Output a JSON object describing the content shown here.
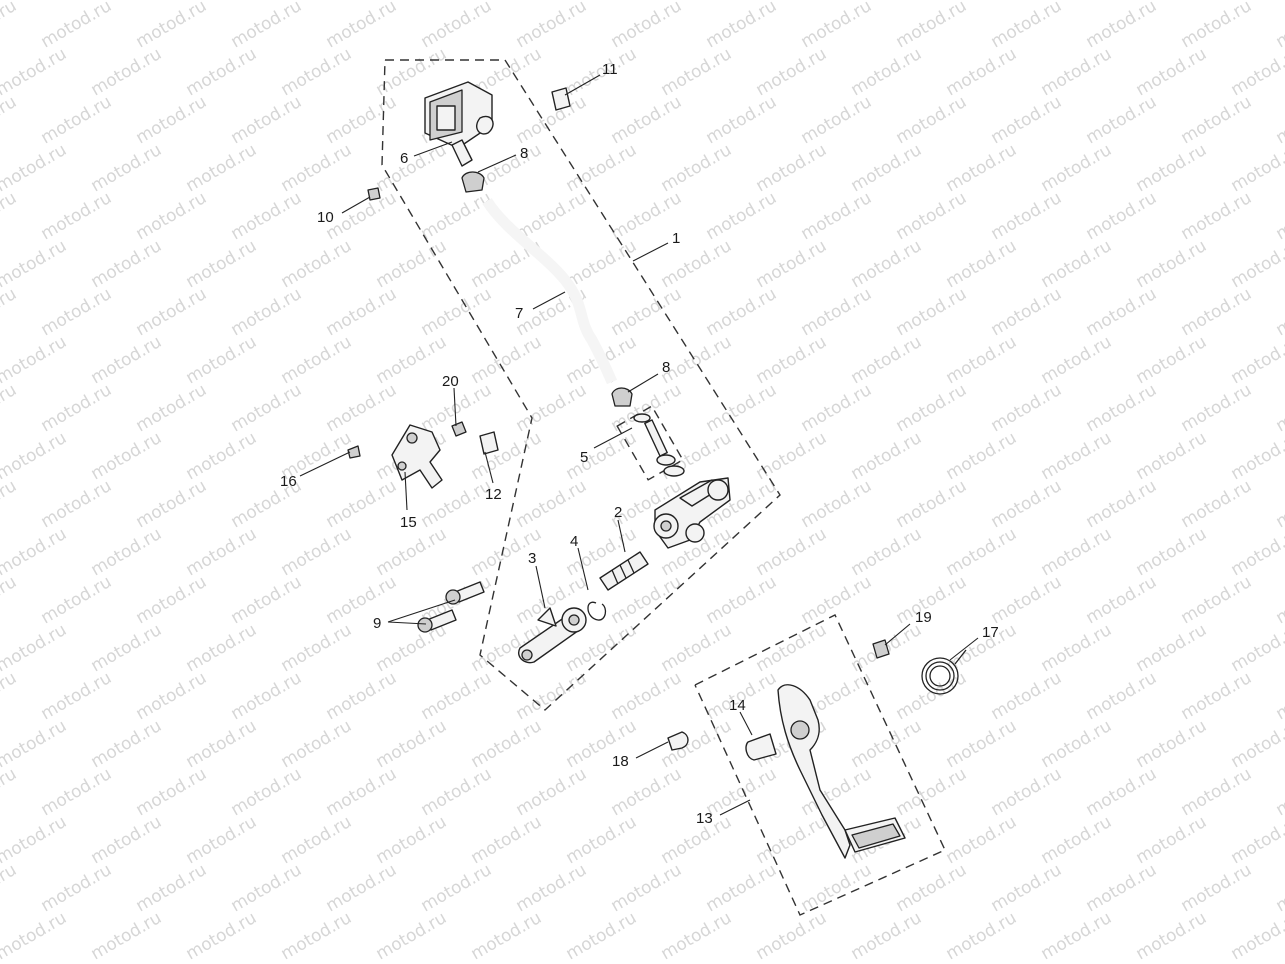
{
  "watermark": "motod.ru",
  "callouts": {
    "c1": "1",
    "c2": "2",
    "c3": "3",
    "c4": "4",
    "c5": "5",
    "c6": "6",
    "c7": "7",
    "c8a": "8",
    "c8b": "8",
    "c9": "9",
    "c10": "10",
    "c11": "11",
    "c12": "12",
    "c13": "13",
    "c14": "14",
    "c15": "15",
    "c16": "16",
    "c17": "17",
    "c18": "18",
    "c19": "19",
    "c20": "20"
  }
}
